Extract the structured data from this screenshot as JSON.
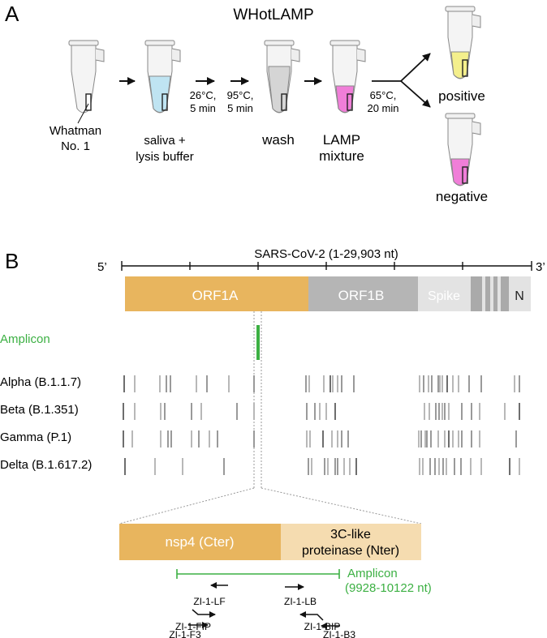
{
  "panel_a": {
    "letter": "A",
    "title": "WHotLAMP",
    "step1_line1": "Whatman",
    "step1_line2": "No. 1",
    "step2_line1": "saliva +",
    "step2_line2": "lysis buffer",
    "cond1_line1": "26°C,",
    "cond1_line2": "5 min",
    "cond2_line1": "95°C,",
    "cond2_line2": "5 min",
    "step3": "wash",
    "step4_line1": "LAMP",
    "step4_line2": "mixture",
    "cond3_line1": "65°C,",
    "cond3_line2": "20 min",
    "positive": "positive",
    "negative": "negative",
    "colors": {
      "lysis": "#bfe4f2",
      "wash": "#d9d9d9",
      "lamp": "#f07ed8",
      "positive": "#f4ef8c"
    }
  },
  "panel_b": {
    "letter": "B",
    "genome_title": "SARS-CoV-2 (1-29,903 nt)",
    "end5": "5’",
    "end3": "3’",
    "genes": {
      "orf1a": "ORF1A",
      "orf1b": "ORF1B",
      "spike": "Spike",
      "n": "N"
    },
    "amplicon_label": "Amplicon",
    "variants": [
      {
        "label": "Alpha (B.1.1.7)"
      },
      {
        "label": "Beta (B.1.351)"
      },
      {
        "label": "Gamma (P.1)"
      },
      {
        "label": "Delta (B.1.617.2)"
      }
    ],
    "zoom": {
      "nsp4": "nsp4 (Cter)",
      "protease_line1": "3C-like",
      "protease_line2": "proteinase (Nter)",
      "amplicon_label": "Amplicon",
      "amplicon_range": "(9928-10122 nt)"
    },
    "primers": {
      "lf": "ZI-1-LF",
      "fip": "ZI-1-FIP",
      "f3": "ZI-1-F3",
      "lb": "ZI-1-LB",
      "bip": "ZI-1-BIP",
      "b3": "ZI-1-B3"
    },
    "colors": {
      "orf1a": "#e8b55e",
      "orf1b": "#b5b5b5",
      "spike": "#e3e3e3",
      "amplicon": "#3cb043",
      "nsp4": "#e8b55e",
      "protease": "#f5dcb0",
      "mutation": "#8c8c8c"
    }
  }
}
